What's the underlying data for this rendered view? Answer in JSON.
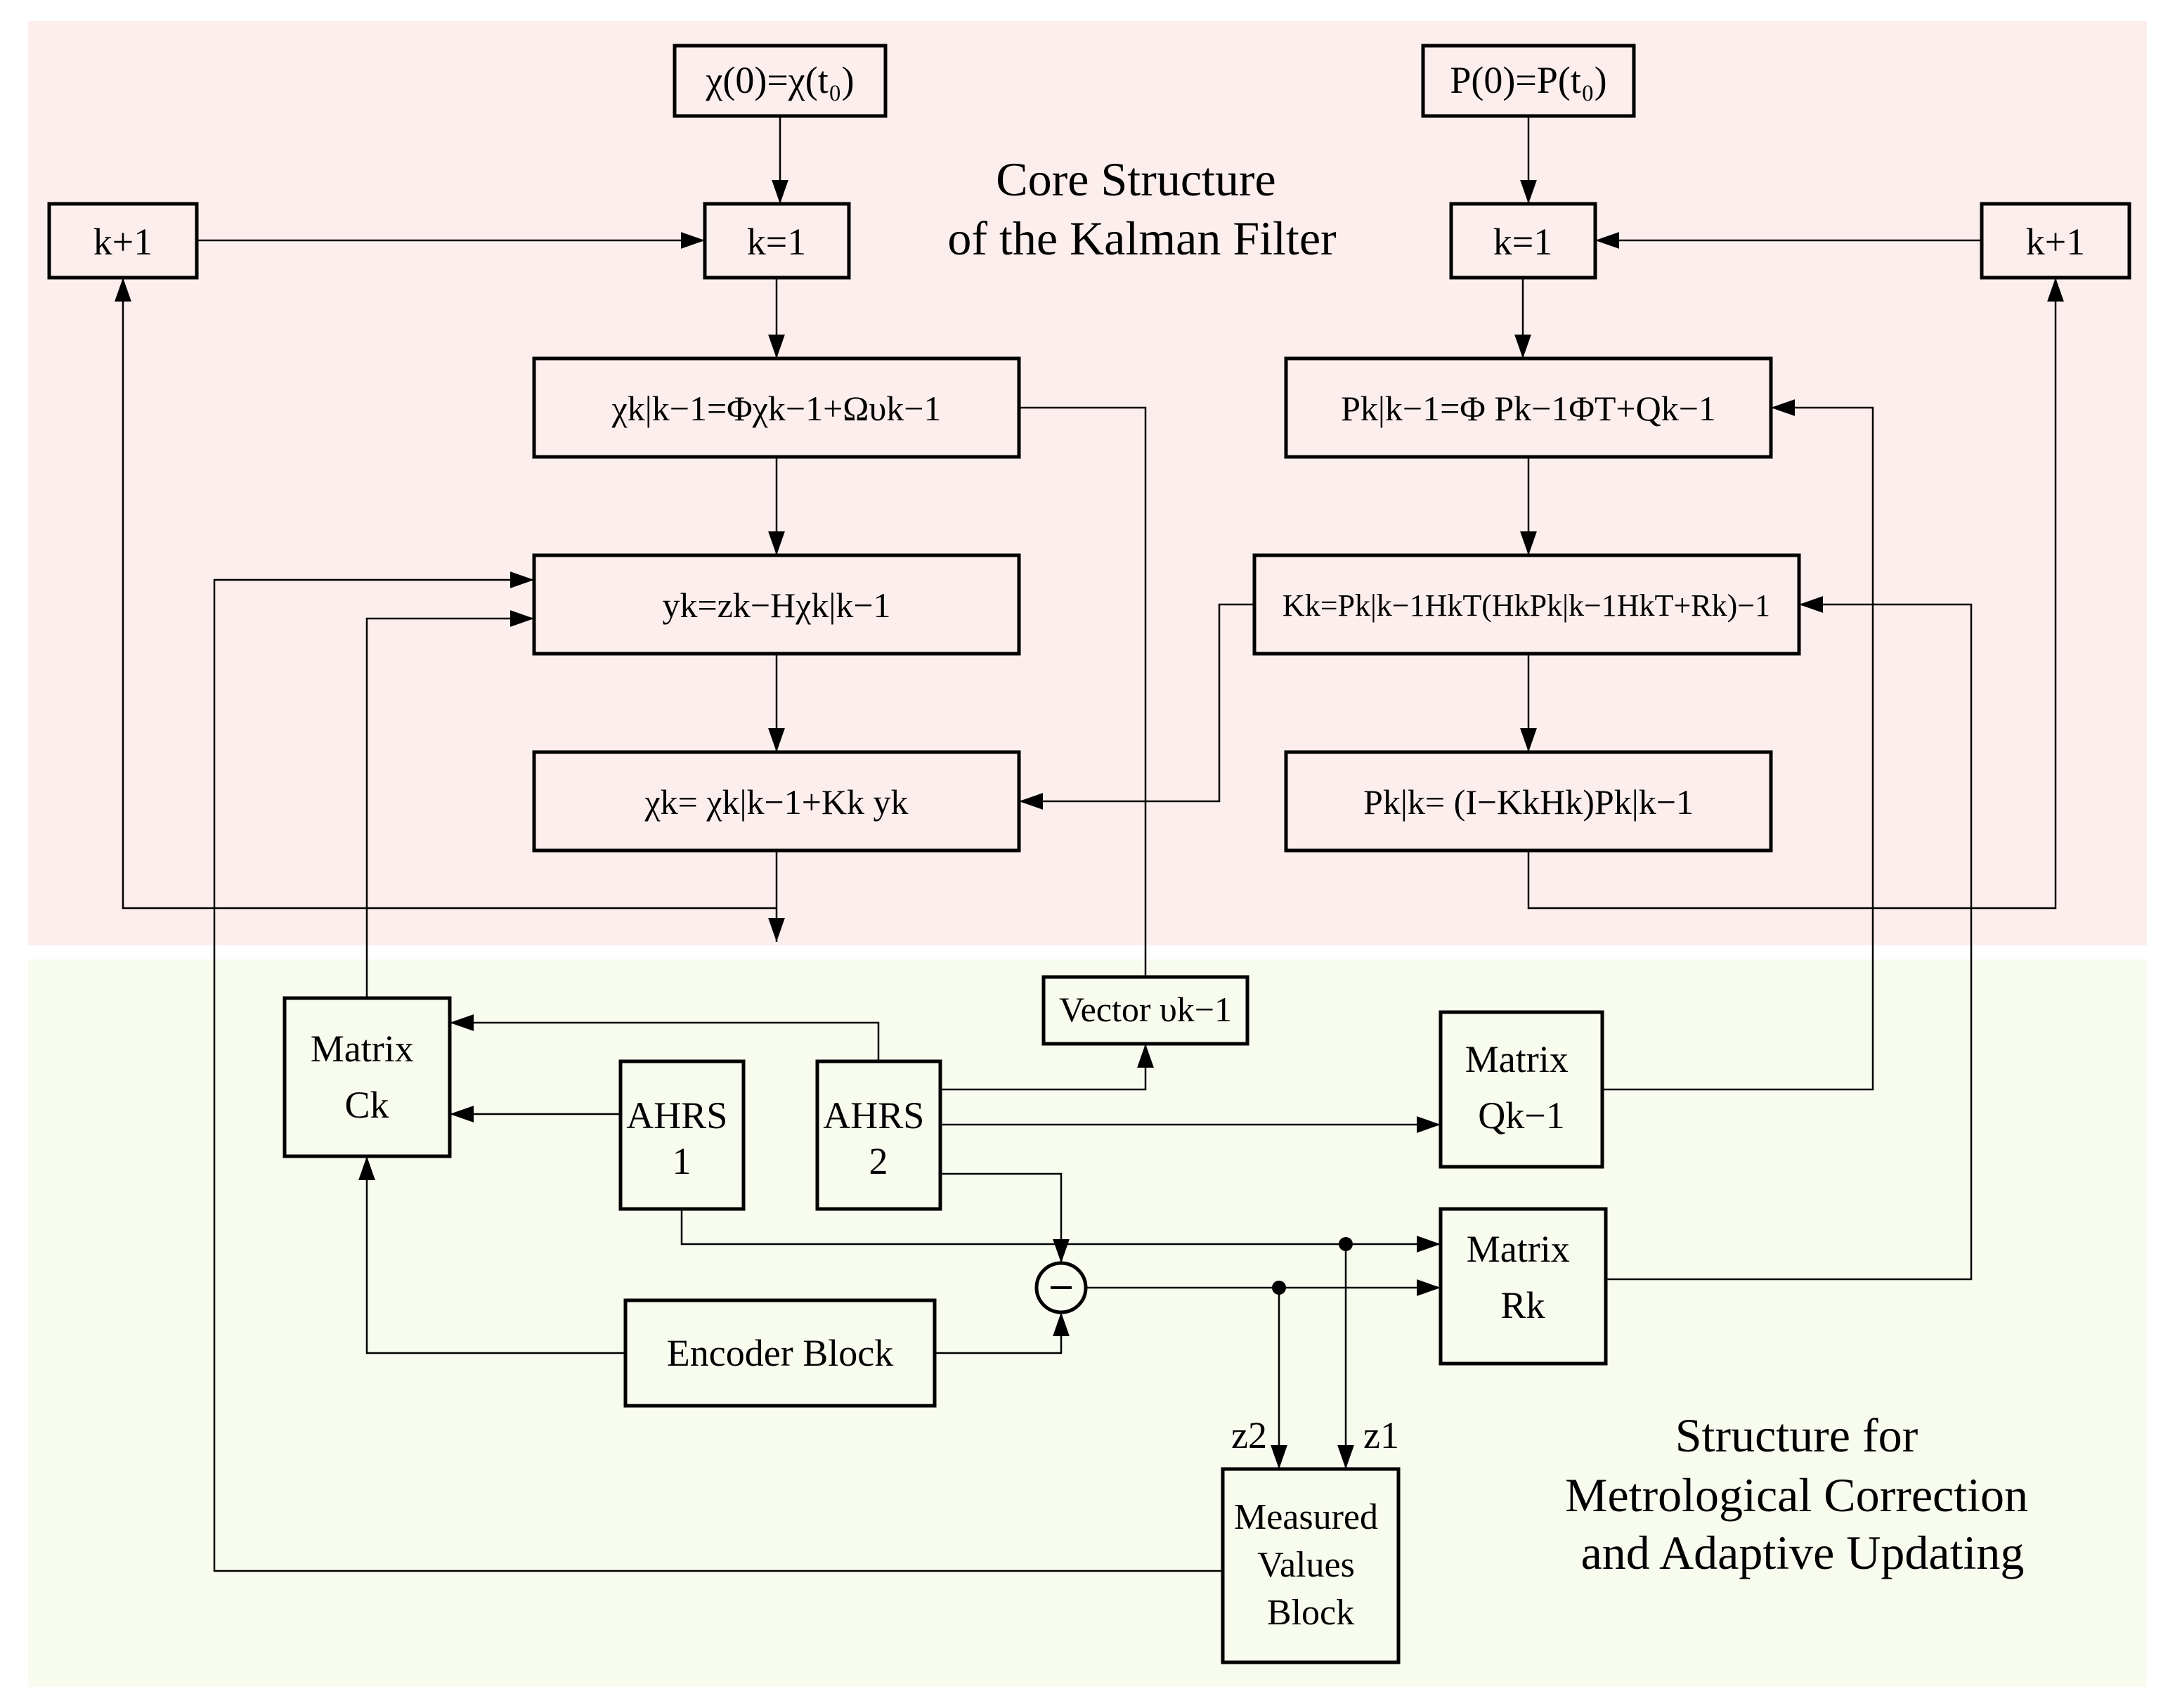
{
  "regions": {
    "core_title": [
      "Core Structure",
      "of the Kalman Filter"
    ],
    "correction_title": [
      "Structure for",
      "Metrological Correction",
      "and Adaptive Updating"
    ],
    "core_color": "#fdeeee",
    "correction_color": "#f7fcef"
  },
  "blocks": {
    "chi_init": "χ(0)=χ(t₀)",
    "p_init": "P(0)=P(t₀)",
    "k_left": "k=1",
    "k_right": "k=1",
    "kp1_left": "k+1",
    "kp1_right": "k+1",
    "chi_pred": "χk|k−1=Φχk−1+Ωυk−1",
    "y_innov": "yk=zk−Hχk|k−1",
    "chi_upd": "χk= χk|k−1+Kk yk",
    "p_pred": "Pk|k−1=Φ Pk−1ΦT+Qk−1",
    "gain": "Kk=Pk|k−1HkT(HkPk|k−1HkT+Rk)−1",
    "p_upd": "Pk|k= (I−KkHk)Pk|k−1",
    "vector_u": "Vector υk−1",
    "matrix_c": [
      "Matrix",
      "Ck"
    ],
    "matrix_q": [
      "Matrix",
      "Qk−1"
    ],
    "matrix_r": [
      "Matrix",
      "Rk"
    ],
    "ahrs1": [
      "AHRS",
      "1"
    ],
    "ahrs2": [
      "AHRS",
      "2"
    ],
    "encoder": "Encoder Block",
    "measured": [
      "Measured",
      "Values",
      "Block"
    ],
    "z1": "z1",
    "z2": "z2"
  }
}
